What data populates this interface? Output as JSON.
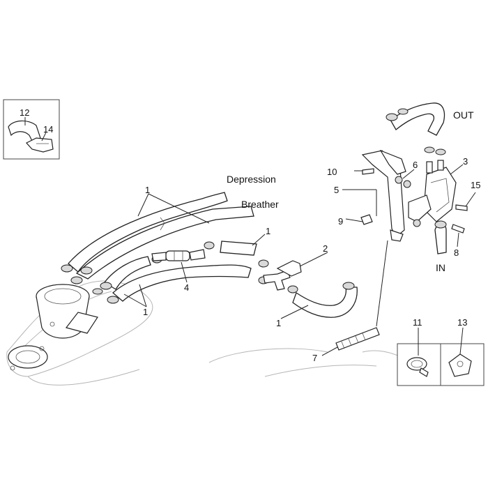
{
  "callouts": {
    "c1a": "1",
    "c1b": "1",
    "c1c": "1",
    "c1d": "1",
    "c2": "2",
    "c3": "3",
    "c4": "4",
    "c5": "5",
    "c6": "6",
    "c7": "7",
    "c8": "8",
    "c9": "9",
    "c10": "10",
    "c11": "11",
    "c12": "12",
    "c13": "13",
    "c14": "14",
    "c15": "15"
  },
  "words": {
    "depression": "Depression",
    "breather": "Breather",
    "out": "OUT",
    "in": "IN"
  }
}
